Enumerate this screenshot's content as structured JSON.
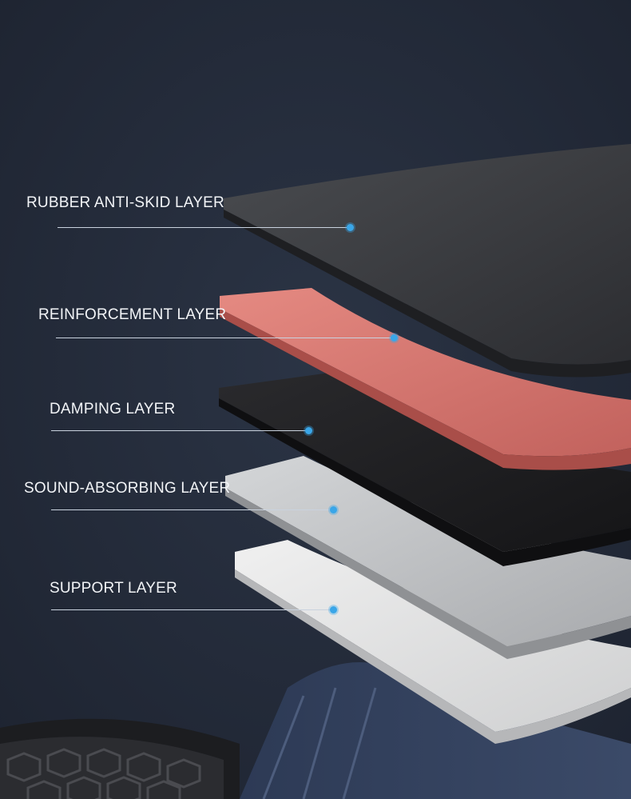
{
  "layers": [
    {
      "label": "RUBBER ANTI-SKID LAYER"
    },
    {
      "label": "REINFORCEMENT LAYER"
    },
    {
      "label": "DAMPING LAYER"
    },
    {
      "label": "SOUND-ABSORBING LAYER"
    },
    {
      "label": "SUPPORT LAYER"
    }
  ],
  "colors": {
    "background": "#232a38",
    "rubber": "#3a3c40",
    "reinforcement": "#d97a73",
    "damping": "#1f1f22",
    "sound_absorbing": "#c7c9cc",
    "support": "#e4e5e6",
    "accent_dot": "#3aa6e8"
  }
}
